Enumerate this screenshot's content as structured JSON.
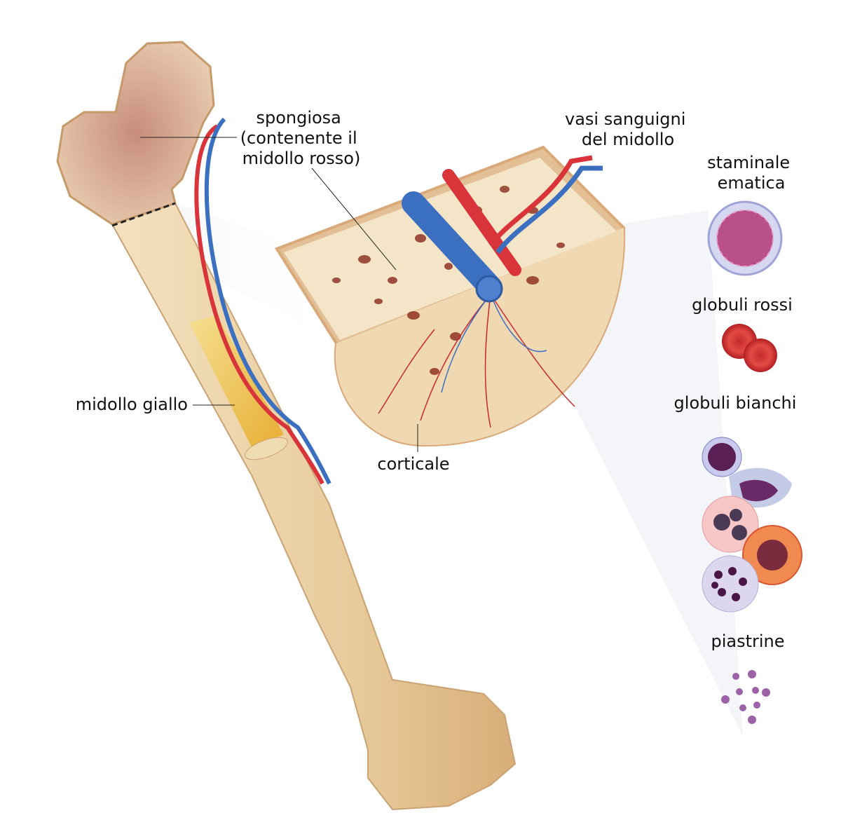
{
  "labels": {
    "spongiosa": [
      "spongiosa",
      "(contenente il",
      "midollo rosso)"
    ],
    "vasi": [
      "vasi sanguigni",
      "del midollo"
    ],
    "staminale": [
      "staminale",
      "ematica"
    ],
    "globuli_rossi": "globuli rossi",
    "globuli_bianchi": "globuli bianchi",
    "piastrine": "piastrine",
    "midollo_giallo": "midollo giallo",
    "corticale": "corticale"
  },
  "colors": {
    "bone": "#e9cfa4",
    "bone_dark": "#d9a97a",
    "marrow_red": "#8a2a1c",
    "artery": "#d8343a",
    "vein": "#3b6fc0",
    "yellow_marrow": "#f1c13a"
  }
}
